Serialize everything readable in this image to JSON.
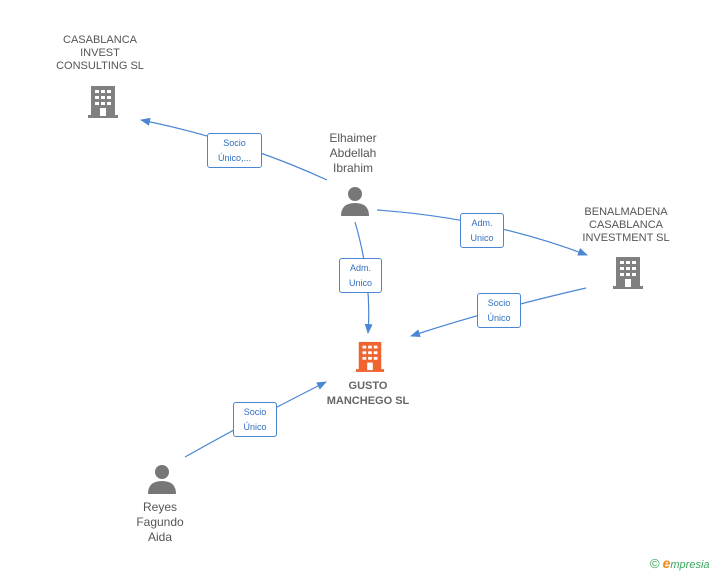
{
  "colors": {
    "edge": "#4a86d4",
    "company_icon": "#808080",
    "main_company_icon": "#f06430",
    "person_icon": "#777777"
  },
  "nodes": {
    "casablanca": {
      "name": "CASABLANCA\nINVEST\nCONSULTING SL",
      "icon": "building-icon"
    },
    "benalmadena": {
      "name": "BENALMADENA\nCASABLANCA\nINVESTMENT  SL",
      "icon": "building-icon"
    },
    "elhaimer": {
      "name": "Elhaimer\nAbdellah\nIbrahim",
      "icon": "person-icon"
    },
    "reyes": {
      "name": "Reyes\nFagundo\nAida",
      "icon": "person-icon"
    },
    "gusto": {
      "name": "GUSTO\nMANCHEGO SL",
      "icon": "building-icon"
    }
  },
  "edges": [
    {
      "from": "elhaimer",
      "to": "casablanca",
      "label": [
        "Socio",
        "Único,..."
      ]
    },
    {
      "from": "elhaimer",
      "to": "benalmadena",
      "label": [
        "Adm.",
        "Unico"
      ]
    },
    {
      "from": "elhaimer",
      "to": "gusto",
      "label": [
        "Adm.",
        "Unico"
      ]
    },
    {
      "from": "benalmadena",
      "to": "gusto",
      "label": [
        "Socio",
        "Único"
      ]
    },
    {
      "from": "reyes",
      "to": "gusto",
      "label": [
        "Socio",
        "Único"
      ]
    }
  ],
  "footer": {
    "copyright": "©",
    "brand_initial": "e",
    "brand_rest": "mpresia"
  }
}
